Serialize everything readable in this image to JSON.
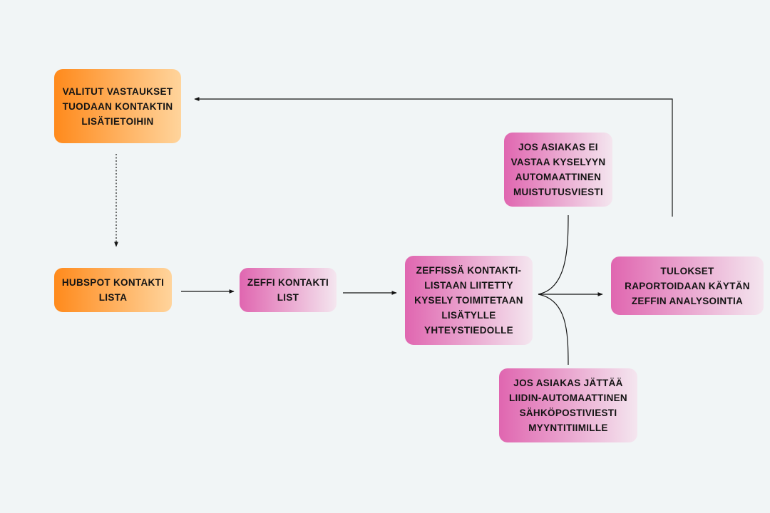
{
  "nodes": {
    "valitut": "VALITUT VASTAUKSET TUODAAN KONTAKTIN LISÄTIETOIHIN",
    "hubspot": "HUBSPOT KONTAKTI LISTA",
    "zeffi_list": "ZEFFI KONTAKTI LIST",
    "zeffissa": "ZEFFISSÄ KONTAKTI-LISTAAN LIITETTY KYSELY TOIMITETAAN LISÄTYLLE YHTEYSTIEDOLLE",
    "muistutus": "JOS ASIAKAS EI VASTAA KYSELYYN AUTOMAATTINEN MUISTUTUSVIESTI",
    "liidi": "JOS ASIAKAS JÄTTÄÄ LIIDIN-AUTOMAATTINEN SÄHKÖPOSTIVIESTI MYYNTITIIMILLE",
    "tulokset": "TULOKSET RAPORTOIDAAN KÄYTÄN ZEFFIN ANALYSOINTIA"
  },
  "colors": {
    "orange_start": "#ff8a1c",
    "orange_end": "#ffd49c",
    "pink_start": "#e066b0",
    "pink_end": "#f4e6ef",
    "background": "#f1f5f6",
    "line": "#141414"
  }
}
